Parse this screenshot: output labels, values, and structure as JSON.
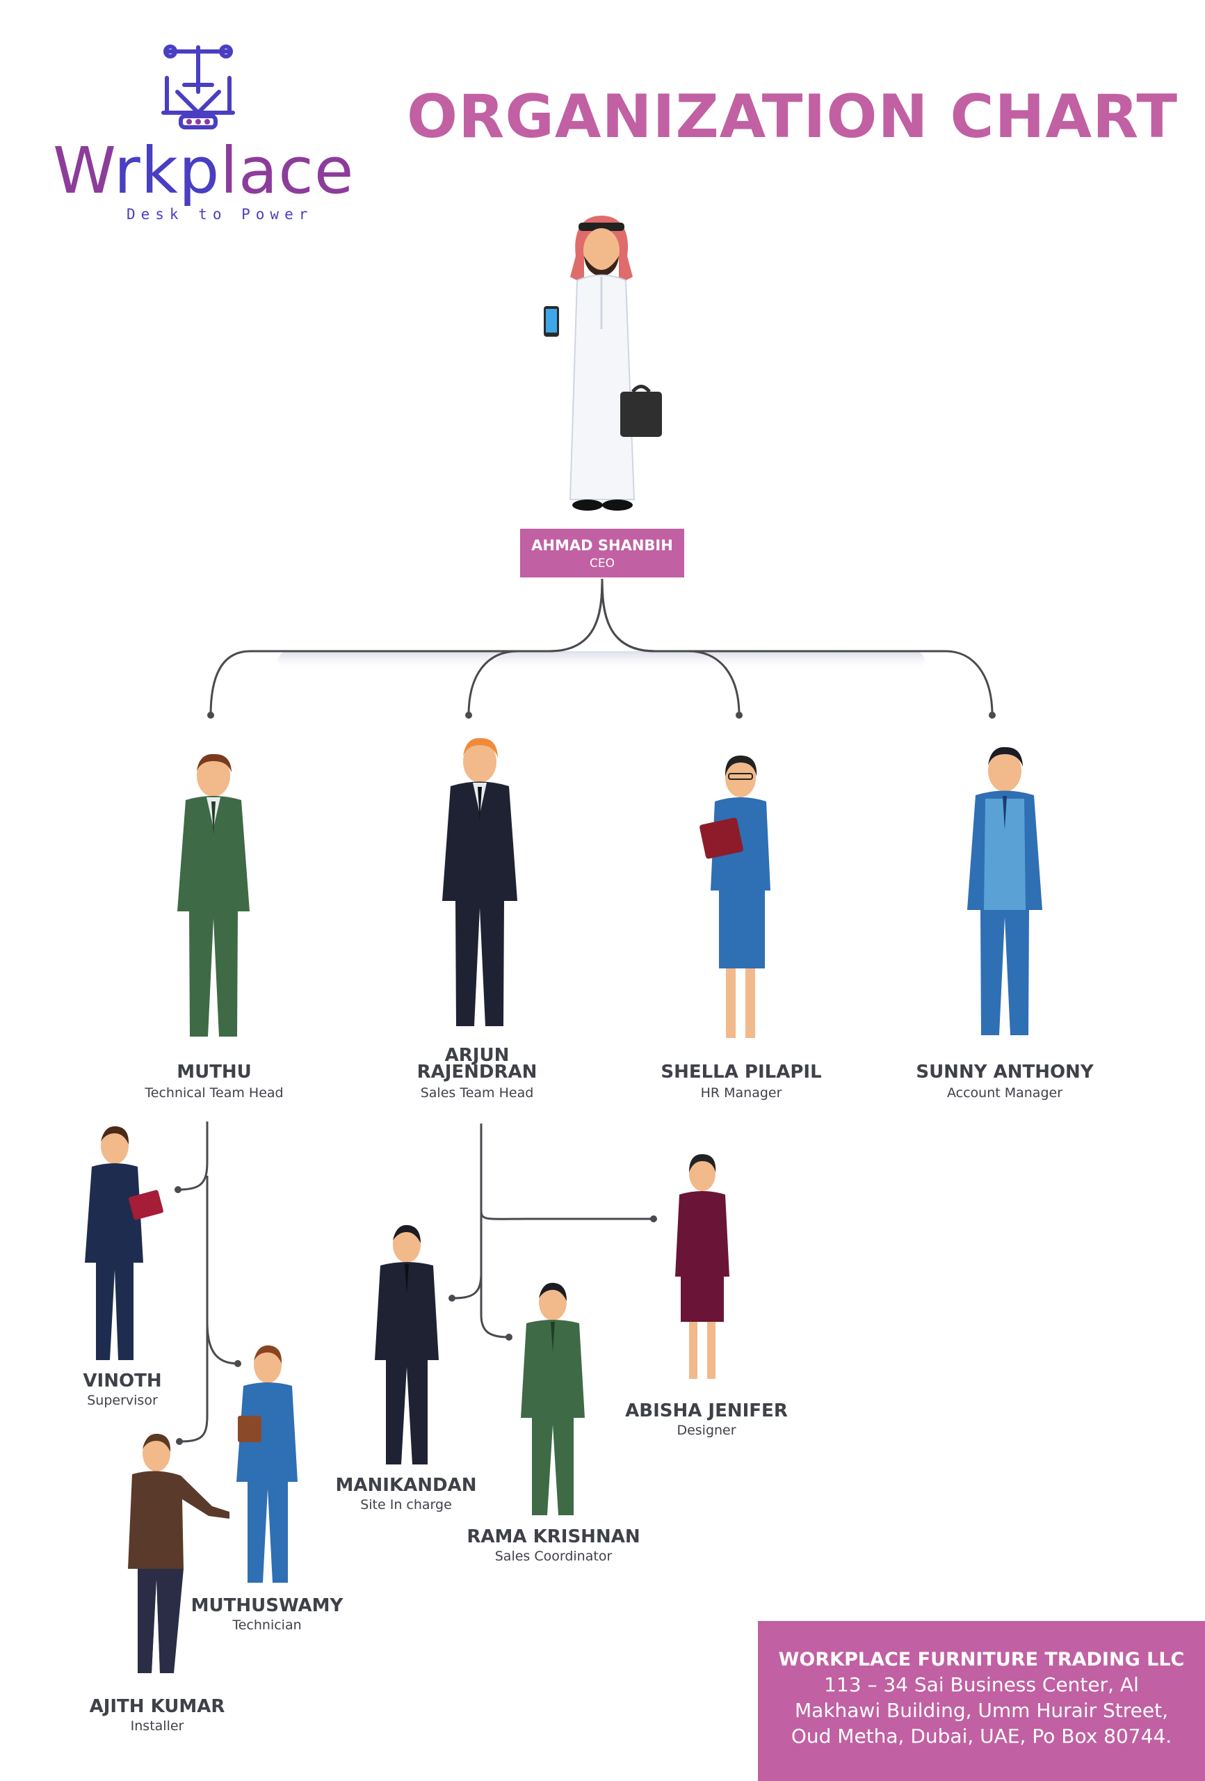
{
  "title": "ORGANIZATION CHART",
  "logo": {
    "word_part1": "W",
    "word_part2": "rk",
    "word_part3": "p",
    "word_part4": "lace",
    "tagline": "Desk to Power"
  },
  "ceo": {
    "name": "AHMAD SHANBIH",
    "role": "CEO"
  },
  "managers": [
    {
      "name": "MUTHU",
      "role": "Technical Team Head"
    },
    {
      "name_line1": "ARJUN",
      "name_line2": "RAJENDRAN",
      "role": "Sales Team Head"
    },
    {
      "name": "SHELLA PILAPIL",
      "role": "HR Manager"
    },
    {
      "name": "SUNNY ANTHONY",
      "role": "Account Manager"
    }
  ],
  "staff": [
    {
      "name": "VINOTH",
      "role": "Supervisor"
    },
    {
      "name": "MUTHUSWAMY",
      "role": "Technician"
    },
    {
      "name": "AJITH KUMAR",
      "role": "Installer"
    },
    {
      "name": "MANIKANDAN",
      "role": "Site In charge"
    },
    {
      "name": "RAMA KRISHNAN",
      "role": "Sales Coordinator"
    },
    {
      "name": "ABISHA JENIFER",
      "role": "Designer"
    }
  ],
  "footer": {
    "company": "WORKPLACE FURNITURE TRADING LLC",
    "address_lines": [
      "113 – 34 Sai Business Center, Al",
      "Makhawi Building, Umm Hurair Street,",
      "Oud Metha, Dubai, UAE, Po Box 80744."
    ]
  },
  "colors": {
    "accent": "#c160a2",
    "text": "#3f4149",
    "logo_purple": "#8c3c9a",
    "logo_blue": "#4a3ec2"
  }
}
